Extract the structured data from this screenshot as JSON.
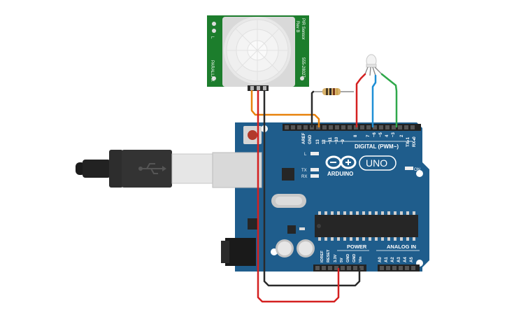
{
  "pir_sensor": {
    "brand": "PARALLAX",
    "name": "PIR Sensor",
    "rev": "Rev B",
    "part_no": "555-28027",
    "pin_label": "L"
  },
  "arduino": {
    "logo_text": "ARDUINO",
    "model": "UNO",
    "digital_header_label": "DIGITAL (PWM~)",
    "power_label": "POWER",
    "analog_label": "ANALOG IN",
    "led_l": "L",
    "led_tx": "TX",
    "led_rx": "RX",
    "on_label": "ON",
    "top_pins": [
      "AREF",
      "GND",
      "13",
      "12",
      "~11",
      "~10",
      "~9",
      "8",
      "7",
      "~6",
      "~5",
      "4",
      "~3",
      "2",
      "TX▸1",
      "RX◂0"
    ],
    "power_pins": [
      "IOREF",
      "RESET",
      "3.3V",
      "5V",
      "GND",
      "GND",
      "Vin"
    ],
    "analog_pins": [
      "A0",
      "A1",
      "A2",
      "A3",
      "A4",
      "A5"
    ]
  },
  "wire_colors": {
    "orange": "#e8820c",
    "black": "#2a2a2a",
    "red": "#d42020",
    "blue": "#1e8fd6",
    "green": "#2fa84a"
  },
  "colors": {
    "pcb_green": "#1c7d2c",
    "board_blue": "#1f5d8c",
    "board_blue_light": "#2b6fa3"
  }
}
